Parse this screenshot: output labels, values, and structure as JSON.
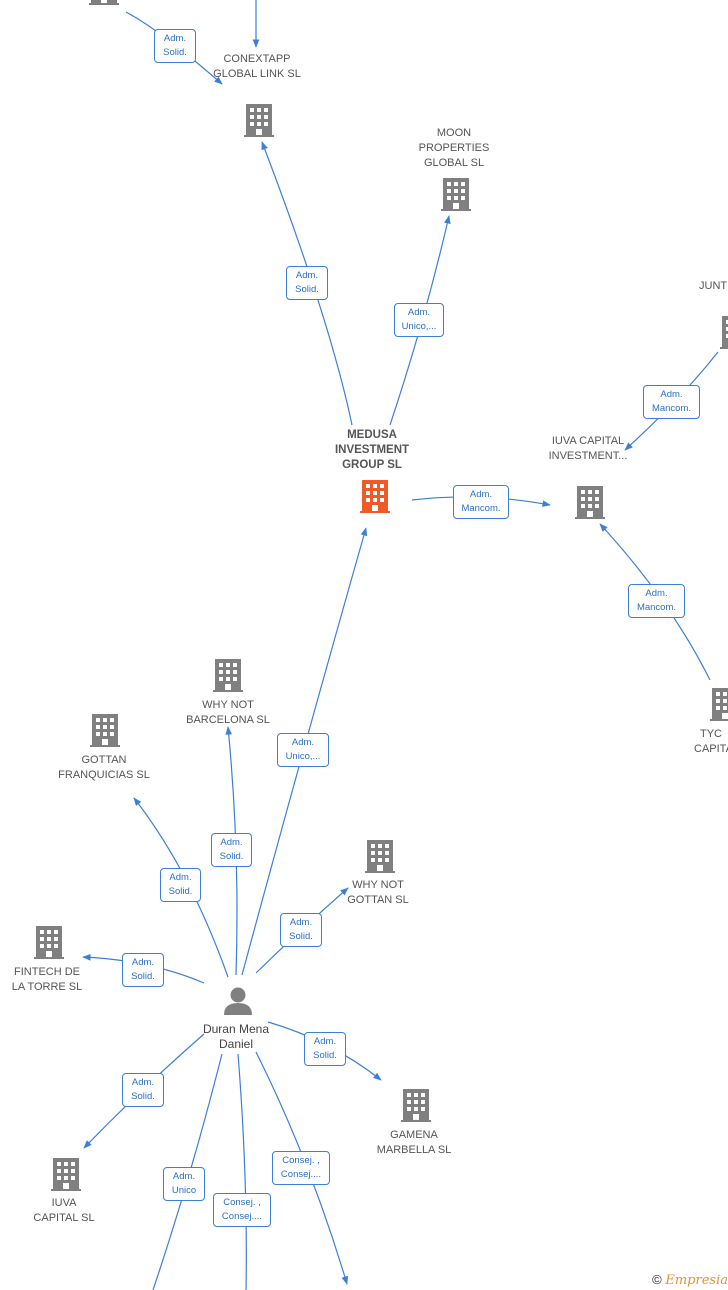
{
  "nodes": {
    "medusa": "MEDUSA INVESTMENT GROUP  SL",
    "conextapp": "CONEXTAPP GLOBAL LINK SL",
    "moon": "MOON PROPERTIES GLOBAL  SL",
    "iuva_investment": "IUVA CAPITAL INVESTMENT...",
    "junt": "JUNT",
    "tyc": "TYC CAPITA",
    "why_not_barcelona": "WHY NOT BARCELONA  SL",
    "gottan_franquicias": "GOTTAN FRANQUICIAS SL",
    "why_not_gottan": "WHY NOT GOTTAN  SL",
    "fintech": "FINTECH DE LA TORRE  SL",
    "person": "Duran Mena Daniel",
    "gamena": "GAMENA MARBELLA  SL",
    "iuva_capital": "IUVA CAPITAL  SL"
  },
  "edge_labels": {
    "top_conextapp": "Adm. Solid.",
    "medusa_conextapp": "Adm. Solid.",
    "medusa_moon": "Adm. Unico,...",
    "medusa_iuva": "Adm. Mancom.",
    "junt_iuva": "Adm. Mancom.",
    "tyc_iuva": "Adm. Mancom.",
    "person_medusa": "Adm. Unico,...",
    "person_why_not_barcelona": "Adm. Solid.",
    "person_gottan": "Adm. Solid.",
    "person_why_not_gottan": "Adm. Solid.",
    "person_fintech": "Adm. Solid.",
    "person_gamena": "Adm. Solid.",
    "person_iuva_capital": "Adm. Solid.",
    "person_down_1": "Adm. Unico",
    "person_down_2": "Consej. , Consej....",
    "person_down_3": "Consej. , Consej...."
  },
  "footer": {
    "copyright": "©",
    "brand": "Empresia"
  },
  "colors": {
    "edge": "#3d7fd6",
    "building": "#808080",
    "main_building": "#f05a28",
    "person": "#808080"
  }
}
